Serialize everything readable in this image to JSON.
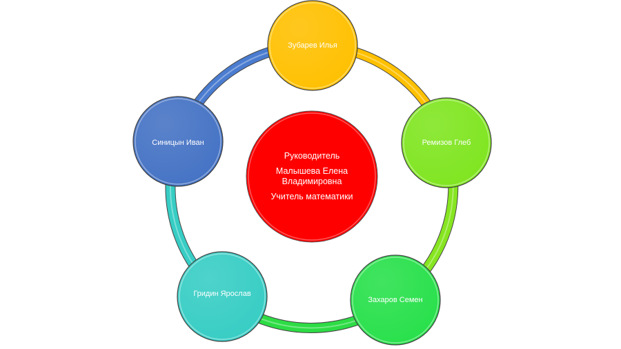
{
  "center": {
    "role": "Руководитель",
    "name_line1": "Малышева Елена",
    "name_line2": "Владимировна",
    "position": "Учитель математики",
    "color": "#ff0000"
  },
  "members": [
    {
      "name": "Зубарев Илья",
      "color": "#ffc000",
      "connector_color": "#ffc000"
    },
    {
      "name": "Ремизов Глеб",
      "color": "#7fe51f",
      "connector_color": "#86e520"
    },
    {
      "name": "Захаров Семен",
      "color": "#27e04a",
      "connector_color": "#2ddc45"
    },
    {
      "name": "Гридин Ярослав",
      "color": "#36cdc4",
      "connector_color": "#36cdc4"
    },
    {
      "name": "Синицын Иван",
      "color": "#4472c4",
      "connector_color": "#4a7cd0"
    }
  ]
}
